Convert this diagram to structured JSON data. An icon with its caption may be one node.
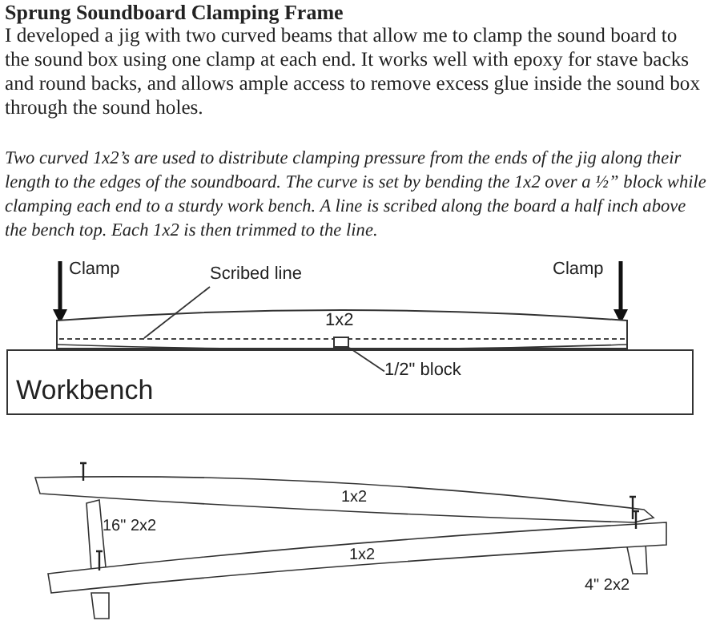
{
  "diagram": {
    "title": "Sprung Soundboard Clamping Frame",
    "nodes": [
      {
        "text": [
          "1x2"
        ]
      },
      {
        "text": [
          "Workbench"
        ]
      },
      {
        "text": [
          "Scribed line"
        ]
      },
      {
        "text": [],
        "shape": "line",
        "in": 0
      },
      {
        "text": [
          "1/2\" block"
        ],
        "in": 1
      },
      {
        "text": [],
        "shape": "box",
        "in": 0
      }
    ],
    "edges": [
      {
        "from": 2,
        "to": 3,
        "arrow": "none"
      },
      {
        "from": 4,
        "to": 5,
        "arrow": "none"
      }
    ],
    "labels": [
      "I developed a jig with two curved beams that allow me to clamp the sound board to the sound box using one clamp at each end.   It works well with epoxy for stave backs and round backs, and allows ample access to remove excess glue inside the sound box through the sound holes.",
      "Two curved 1x2’s are used to distribute clamping pressure from the ends of the jig along their length to the edges of the soundboard.   The curve is set by bending the 1x2 over a ½” block while clamping each end to a sturdy work bench.   A line is scribed along the board a half inch above the bench top.   Each 1x2 is then trimmed to the line.",
      "Clamp",
      "Clamp",
      "1x2",
      "16\" 2x2",
      "1x2",
      "4\" 2x2"
    ]
  }
}
